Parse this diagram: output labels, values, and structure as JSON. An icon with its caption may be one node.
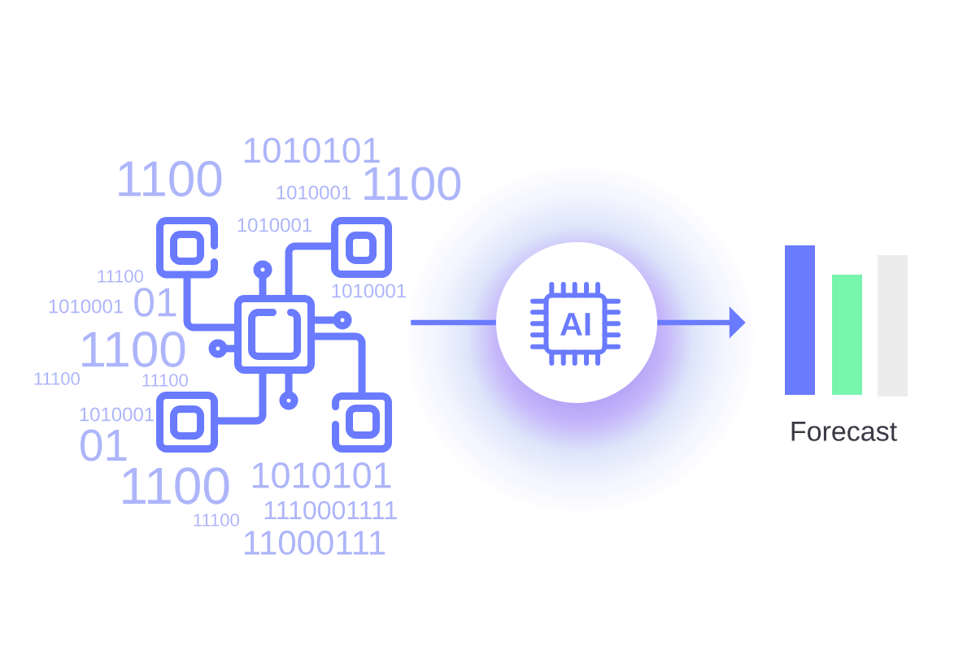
{
  "diagram": {
    "nodes": [
      {
        "text": [],
        "shape": "picture"
      },
      {
        "text": [
          "AI"
        ]
      },
      {
        "text": [
          "Forecast"
        ]
      }
    ],
    "edges": [
      {
        "from": 0,
        "to": 1,
        "arrow": "none"
      },
      {
        "from": 1,
        "to": 2,
        "arrow": "to"
      }
    ],
    "labels": [
      "1100",
      "1010001",
      "1010001",
      "1100",
      "11100",
      "1010001",
      "01",
      "1010001",
      "11000111",
      "1100",
      "1010101",
      "11100",
      "11100",
      "01",
      "1010001",
      "1110001111",
      "1100",
      "1010101",
      "11100"
    ]
  }
}
